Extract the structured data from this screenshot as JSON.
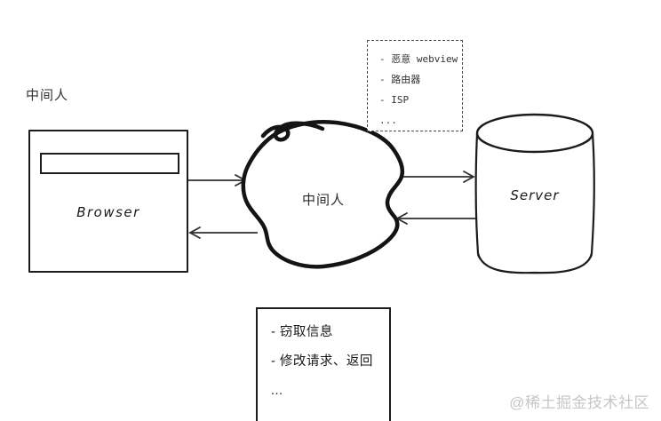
{
  "diagram": {
    "top_label": "中间人",
    "watermark": "@稀土掘金技术社区"
  },
  "nodes": {
    "browser": {
      "label": "Browser"
    },
    "middleman_cloud": {
      "label": "中间人"
    },
    "server": {
      "label": "Server"
    }
  },
  "mitm_examples_box": {
    "items": [
      "- 恶意 webview",
      "- 路由器",
      "- ISP",
      "..."
    ]
  },
  "mitm_actions_box": {
    "items": [
      "- 窃取信息",
      "- 修改请求、返回",
      "..."
    ]
  },
  "arrows": [
    {
      "name": "browser-to-middleman",
      "direction": "right"
    },
    {
      "name": "middleman-to-browser",
      "direction": "left"
    },
    {
      "name": "middleman-to-server",
      "direction": "right"
    },
    {
      "name": "server-to-middleman",
      "direction": "left"
    }
  ],
  "colors": {
    "ink": "#1c1c1c",
    "arrow": "#2f2f2f",
    "watermark": "#c6c6c6",
    "background": "#ffffff"
  }
}
